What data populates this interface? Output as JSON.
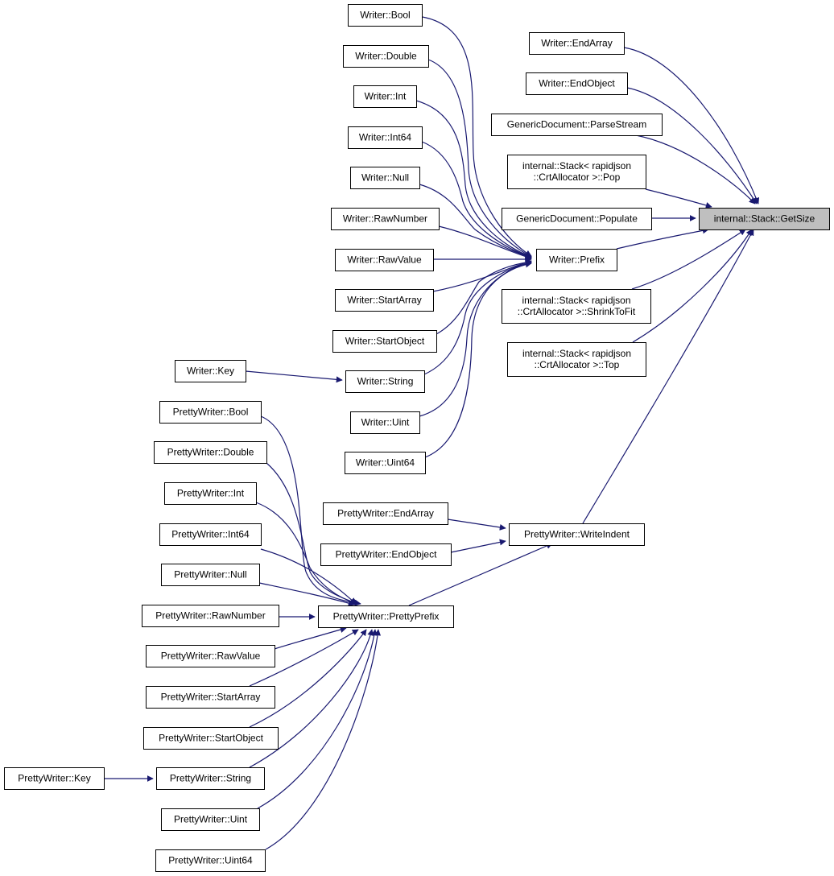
{
  "diagram": {
    "root": "internal::Stack::GetSize",
    "edge_color": "#191970",
    "root_fill": "#bfbfbf",
    "nodes": [
      {
        "id": "getsize",
        "lines": [
          "internal::Stack::GetSize"
        ]
      },
      {
        "id": "w_endarray",
        "lines": [
          "Writer::EndArray"
        ]
      },
      {
        "id": "w_endobject",
        "lines": [
          "Writer::EndObject"
        ]
      },
      {
        "id": "gd_parsestream",
        "lines": [
          "GenericDocument::ParseStream"
        ]
      },
      {
        "id": "st_pop",
        "lines": [
          "internal::Stack< rapidjson",
          "::CrtAllocator >::Pop"
        ]
      },
      {
        "id": "gd_populate",
        "lines": [
          "GenericDocument::Populate"
        ]
      },
      {
        "id": "w_prefix",
        "lines": [
          "Writer::Prefix"
        ]
      },
      {
        "id": "st_shrink",
        "lines": [
          "internal::Stack< rapidjson",
          "::CrtAllocator >::ShrinkToFit"
        ]
      },
      {
        "id": "st_top",
        "lines": [
          "internal::Stack< rapidjson",
          "::CrtAllocator >::Top"
        ]
      },
      {
        "id": "pw_writeindent",
        "lines": [
          "PrettyWriter::WriteIndent"
        ]
      },
      {
        "id": "w_bool",
        "lines": [
          "Writer::Bool"
        ]
      },
      {
        "id": "w_double",
        "lines": [
          "Writer::Double"
        ]
      },
      {
        "id": "w_int",
        "lines": [
          "Writer::Int"
        ]
      },
      {
        "id": "w_int64",
        "lines": [
          "Writer::Int64"
        ]
      },
      {
        "id": "w_null",
        "lines": [
          "Writer::Null"
        ]
      },
      {
        "id": "w_rawnumber",
        "lines": [
          "Writer::RawNumber"
        ]
      },
      {
        "id": "w_rawvalue",
        "lines": [
          "Writer::RawValue"
        ]
      },
      {
        "id": "w_startarray",
        "lines": [
          "Writer::StartArray"
        ]
      },
      {
        "id": "w_startobject",
        "lines": [
          "Writer::StartObject"
        ]
      },
      {
        "id": "w_string",
        "lines": [
          "Writer::String"
        ]
      },
      {
        "id": "w_key",
        "lines": [
          "Writer::Key"
        ]
      },
      {
        "id": "w_uint",
        "lines": [
          "Writer::Uint"
        ]
      },
      {
        "id": "w_uint64",
        "lines": [
          "Writer::Uint64"
        ]
      },
      {
        "id": "pw_endarray",
        "lines": [
          "PrettyWriter::EndArray"
        ]
      },
      {
        "id": "pw_endobject",
        "lines": [
          "PrettyWriter::EndObject"
        ]
      },
      {
        "id": "pw_prettyprefix",
        "lines": [
          "PrettyWriter::PrettyPrefix"
        ]
      },
      {
        "id": "pw_bool",
        "lines": [
          "PrettyWriter::Bool"
        ]
      },
      {
        "id": "pw_double",
        "lines": [
          "PrettyWriter::Double"
        ]
      },
      {
        "id": "pw_int",
        "lines": [
          "PrettyWriter::Int"
        ]
      },
      {
        "id": "pw_int64",
        "lines": [
          "PrettyWriter::Int64"
        ]
      },
      {
        "id": "pw_null",
        "lines": [
          "PrettyWriter::Null"
        ]
      },
      {
        "id": "pw_rawnumber",
        "lines": [
          "PrettyWriter::RawNumber"
        ]
      },
      {
        "id": "pw_rawvalue",
        "lines": [
          "PrettyWriter::RawValue"
        ]
      },
      {
        "id": "pw_startarray",
        "lines": [
          "PrettyWriter::StartArray"
        ]
      },
      {
        "id": "pw_startobject",
        "lines": [
          "PrettyWriter::StartObject"
        ]
      },
      {
        "id": "pw_string",
        "lines": [
          "PrettyWriter::String"
        ]
      },
      {
        "id": "pw_key",
        "lines": [
          "PrettyWriter::Key"
        ]
      },
      {
        "id": "pw_uint",
        "lines": [
          "PrettyWriter::Uint"
        ]
      },
      {
        "id": "pw_uint64",
        "lines": [
          "PrettyWriter::Uint64"
        ]
      }
    ],
    "edges": [
      {
        "from": "w_endarray",
        "to": "getsize"
      },
      {
        "from": "w_endobject",
        "to": "getsize"
      },
      {
        "from": "gd_parsestream",
        "to": "getsize"
      },
      {
        "from": "st_pop",
        "to": "getsize"
      },
      {
        "from": "gd_populate",
        "to": "getsize"
      },
      {
        "from": "w_prefix",
        "to": "getsize"
      },
      {
        "from": "st_shrink",
        "to": "getsize"
      },
      {
        "from": "st_top",
        "to": "getsize"
      },
      {
        "from": "pw_writeindent",
        "to": "getsize"
      },
      {
        "from": "w_bool",
        "to": "w_prefix"
      },
      {
        "from": "w_double",
        "to": "w_prefix"
      },
      {
        "from": "w_int",
        "to": "w_prefix"
      },
      {
        "from": "w_int64",
        "to": "w_prefix"
      },
      {
        "from": "w_null",
        "to": "w_prefix"
      },
      {
        "from": "w_rawnumber",
        "to": "w_prefix"
      },
      {
        "from": "w_rawvalue",
        "to": "w_prefix"
      },
      {
        "from": "w_startarray",
        "to": "w_prefix"
      },
      {
        "from": "w_startobject",
        "to": "w_prefix"
      },
      {
        "from": "w_string",
        "to": "w_prefix"
      },
      {
        "from": "w_uint",
        "to": "w_prefix"
      },
      {
        "from": "w_uint64",
        "to": "w_prefix"
      },
      {
        "from": "w_key",
        "to": "w_string"
      },
      {
        "from": "pw_endarray",
        "to": "pw_writeindent"
      },
      {
        "from": "pw_endobject",
        "to": "pw_writeindent"
      },
      {
        "from": "pw_prettyprefix",
        "to": "pw_writeindent"
      },
      {
        "from": "pw_bool",
        "to": "pw_prettyprefix"
      },
      {
        "from": "pw_double",
        "to": "pw_prettyprefix"
      },
      {
        "from": "pw_int",
        "to": "pw_prettyprefix"
      },
      {
        "from": "pw_int64",
        "to": "pw_prettyprefix"
      },
      {
        "from": "pw_null",
        "to": "pw_prettyprefix"
      },
      {
        "from": "pw_rawnumber",
        "to": "pw_prettyprefix"
      },
      {
        "from": "pw_rawvalue",
        "to": "pw_prettyprefix"
      },
      {
        "from": "pw_startarray",
        "to": "pw_prettyprefix"
      },
      {
        "from": "pw_startobject",
        "to": "pw_prettyprefix"
      },
      {
        "from": "pw_string",
        "to": "pw_prettyprefix"
      },
      {
        "from": "pw_uint",
        "to": "pw_prettyprefix"
      },
      {
        "from": "pw_uint64",
        "to": "pw_prettyprefix"
      },
      {
        "from": "pw_key",
        "to": "pw_string"
      }
    ]
  }
}
